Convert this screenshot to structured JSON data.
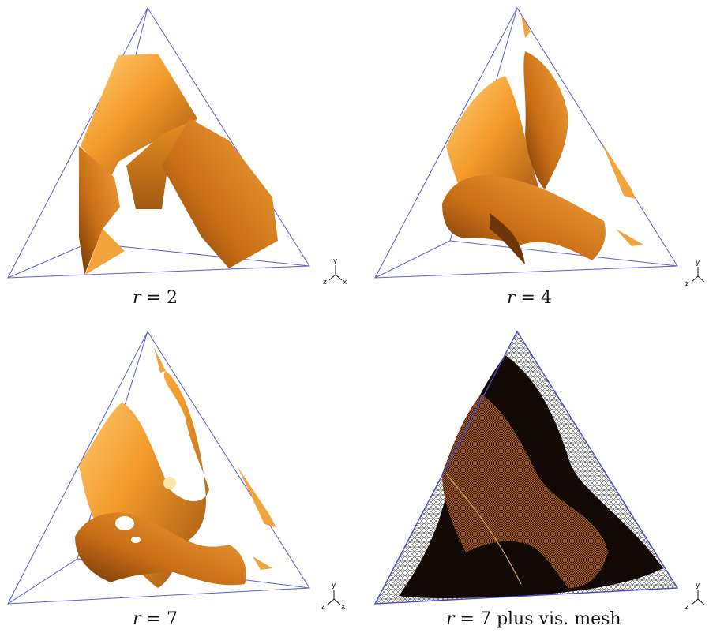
{
  "panels": [
    {
      "caption_var": "r",
      "caption_rest": " = 2"
    },
    {
      "caption_var": "r",
      "caption_rest": " = 4"
    },
    {
      "caption_var": "r",
      "caption_rest": " = 7"
    },
    {
      "caption_var": "r",
      "caption_rest": " = 7 plus vis. mesh"
    }
  ],
  "axes_labels": {
    "x": "x",
    "y": "y",
    "z": "z"
  },
  "colors": {
    "edge": "#5b5bd6",
    "surface_light": "#f6b24a",
    "surface_mid": "#e08a1e",
    "surface_dark": "#8a4a0c",
    "mesh": "#111111"
  }
}
